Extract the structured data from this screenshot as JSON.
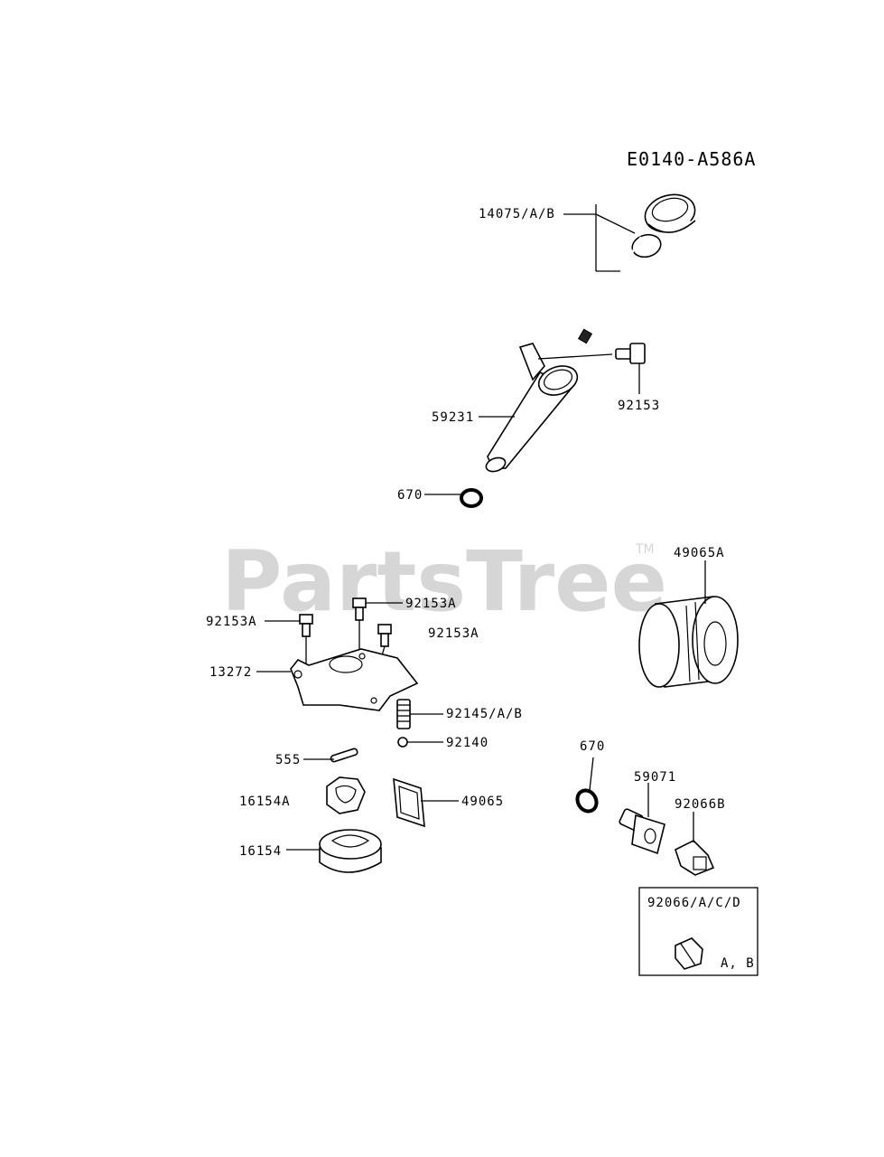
{
  "diagram": {
    "code": "E0140-A586A",
    "watermark": "PartsTree",
    "watermark_mark": "TM",
    "labels": {
      "p14075": "14075/A/B",
      "p92153": "92153",
      "p59231": "59231",
      "p670a": "670",
      "p49065A": "49065A",
      "p92153A_1": "92153A",
      "p92153A_2": "92153A",
      "p92153A_3": "92153A",
      "p13272": "13272",
      "p92145": "92145/A/B",
      "p92140": "92140",
      "p555": "555",
      "p16154A": "16154A",
      "p49065": "49065",
      "p16154": "16154",
      "p670b": "670",
      "p59071": "59071",
      "p92066B": "92066B",
      "p92066": "92066/A/C/D",
      "pAB": "A, B"
    }
  }
}
